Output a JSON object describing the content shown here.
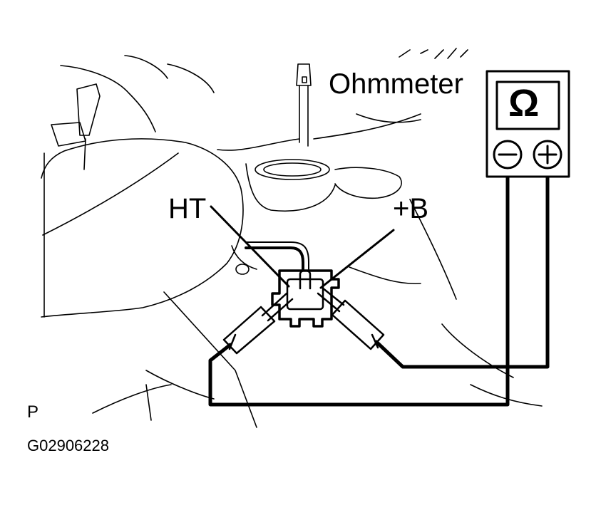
{
  "labels": {
    "meter": "Ohmmeter",
    "symbol": "Ω",
    "terminal_left": "HT",
    "terminal_right": "+B",
    "view": "P",
    "figure_id": "G02906228"
  },
  "icons": [
    "ohm-symbol-icon",
    "minus-terminal-icon",
    "plus-terminal-icon"
  ],
  "colors": {
    "line": "#000000",
    "background": "#ffffff"
  }
}
